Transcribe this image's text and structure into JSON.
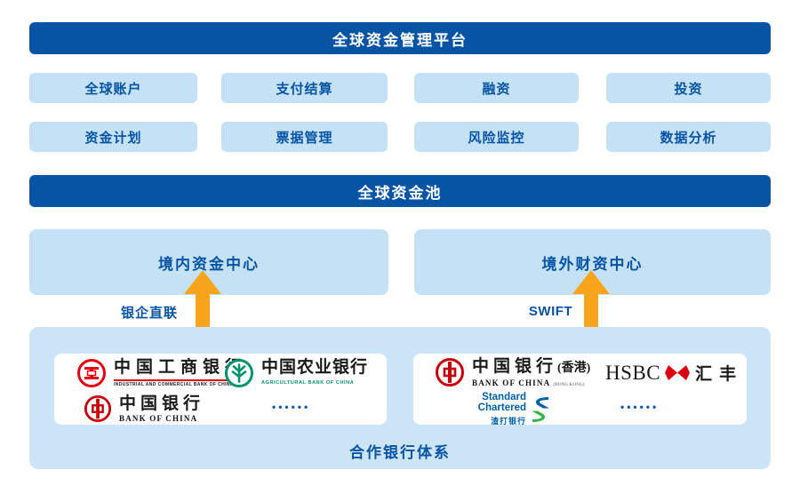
{
  "palette": {
    "primary": "#0854a4",
    "box-blue": "#c5e1f6",
    "container-blue": "#cbe5f7",
    "arrow-orange": "#f9a51b",
    "icbc-red": "#e60012",
    "abc-green": "#00936e",
    "boc-red": "#c7000b",
    "hsbc-red": "#db0011",
    "sc-blue": "#0061ab",
    "sc-green": "#38b54a",
    "dots-blue": "#1659a8"
  },
  "platform": {
    "title": "全球资金管理平台"
  },
  "modules": {
    "items": [
      "全球账户",
      "支付结算",
      "融资",
      "投资",
      "资金计划",
      "票据管理",
      "风险监控",
      "数据分析"
    ]
  },
  "pool": {
    "title": "全球资金池"
  },
  "centers": {
    "domestic": {
      "label": "境内资金中心",
      "channel": "银企直联"
    },
    "overseas": {
      "label": "境外财资中心",
      "channel": "SWIFT"
    }
  },
  "partners": {
    "title": "合作银行体系",
    "icbc": {
      "cn": "中国工商银行",
      "en": "INDUSTRIAL AND COMMERCIAL BANK OF CHINA"
    },
    "abc": {
      "cn": "中国农业银行",
      "en": "AGRICULTURAL BANK OF CHINA"
    },
    "boc": {
      "cn": "中国银行",
      "en": "BANK OF CHINA"
    },
    "bochk": {
      "cn": "中国银行",
      "cn_suffix": "(香港)",
      "en": "BANK OF CHINA",
      "en_suffix": "(HONG KONG)"
    },
    "hsbc": {
      "latin": "HSBC",
      "cn": "汇丰"
    },
    "sc": {
      "line1": "Standard",
      "line2": "Chartered",
      "cn": "渣打银行"
    },
    "dots": "••••••"
  }
}
